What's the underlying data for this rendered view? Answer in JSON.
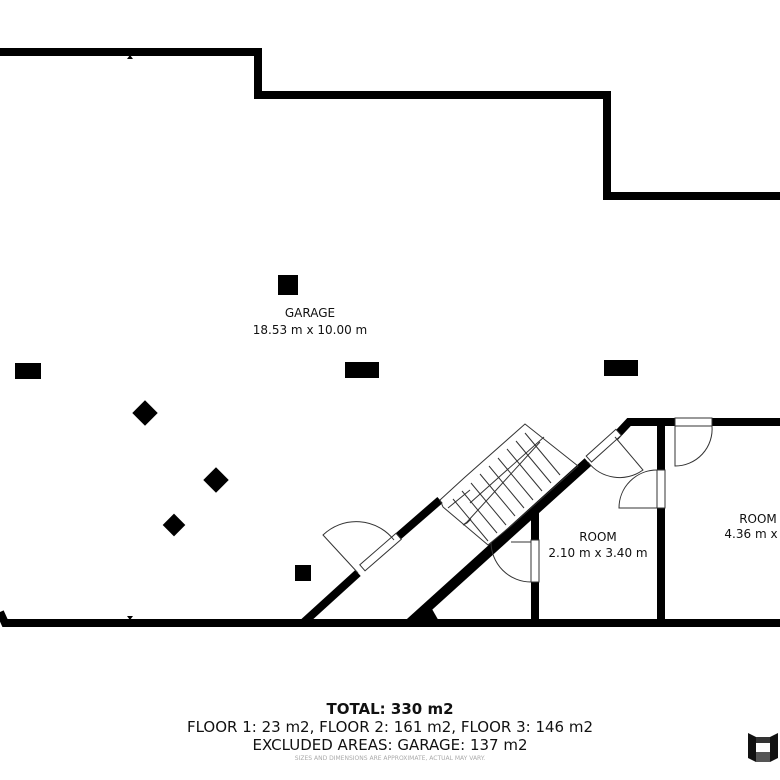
{
  "rooms": {
    "garage": {
      "name": "GARAGE",
      "dims": "18.53 m x 10.00 m"
    },
    "room_small": {
      "name": "ROOM",
      "dims": "2.10 m x 3.40 m"
    },
    "room_right": {
      "name": "ROOM",
      "dims": "4.36 m x"
    }
  },
  "footer": {
    "total": "TOTAL: 330 m2",
    "floors": "FLOOR 1: 23 m2, FLOOR 2: 161 m2, FLOOR 3: 146 m2",
    "excluded": "EXCLUDED AREAS: GARAGE: 137 m2",
    "disclaimer": "SIZES AND DIMENSIONS ARE APPROXIMATE, ACTUAL MAY VARY."
  },
  "colors": {
    "wall": "#000000",
    "background": "#ffffff"
  }
}
